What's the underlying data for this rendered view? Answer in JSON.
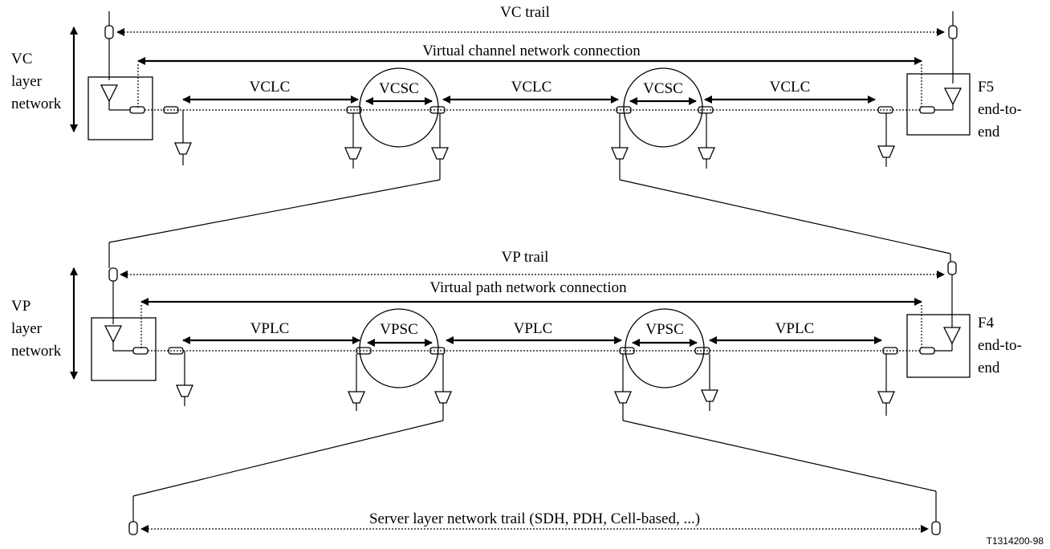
{
  "vc_layer": {
    "side_label": [
      "VC",
      "layer",
      "network"
    ],
    "trail_label": "VC trail",
    "connection_label": "Virtual channel network connection",
    "link_label": "VCLC",
    "subnet_label": "VCSC",
    "end_label": [
      "F5",
      "end-to-",
      "end"
    ]
  },
  "vp_layer": {
    "side_label": [
      "VP",
      "layer",
      "network"
    ],
    "trail_label": "VP trail",
    "connection_label": "Virtual path network connection",
    "link_label": "VPLC",
    "subnet_label": "VPSC",
    "end_label": [
      "F4",
      "end-to-",
      "end"
    ]
  },
  "server_layer": {
    "trail_label": "Server layer network trail (SDH, PDH, Cell-based, ...)"
  },
  "figure_ref": "T1314200-98"
}
